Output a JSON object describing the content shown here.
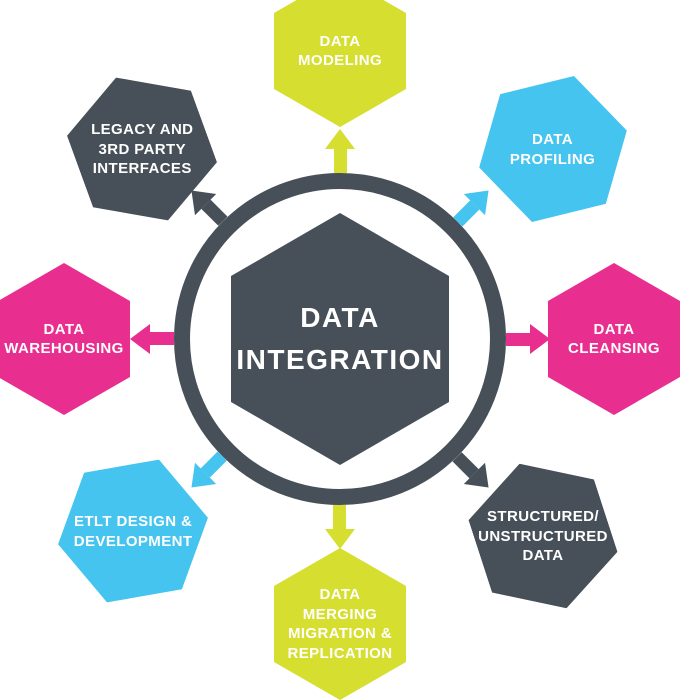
{
  "colors": {
    "yellow": "#d6de2f",
    "cyan": "#45c4f0",
    "magenta": "#e82e8f",
    "dark": "#475058",
    "label_text": "#ffffff"
  },
  "diagram": {
    "center_label": "DATA\nINTEGRATION",
    "nodes": [
      {
        "label": "DATA\nMODELING",
        "color": "yellow",
        "position": "top"
      },
      {
        "label": "DATA\nPROFILING",
        "color": "cyan",
        "position": "top-right"
      },
      {
        "label": "DATA\nCLEANSING",
        "color": "magenta",
        "position": "right"
      },
      {
        "label": "STRUCTURED/\nUNSTRUCTURED\nDATA",
        "color": "dark",
        "position": "bottom-right"
      },
      {
        "label": "DATA\nMERGING\nMIGRATION &\nREPLICATION",
        "color": "yellow",
        "position": "bottom"
      },
      {
        "label": "ETLT DESIGN &\nDEVELOPMENT",
        "color": "cyan",
        "position": "bottom-left"
      },
      {
        "label": "DATA\nWAREHOUSING",
        "color": "magenta",
        "position": "left"
      },
      {
        "label": "LEGACY AND\n3RD PARTY\nINTERFACES",
        "color": "dark",
        "position": "top-left"
      }
    ]
  }
}
